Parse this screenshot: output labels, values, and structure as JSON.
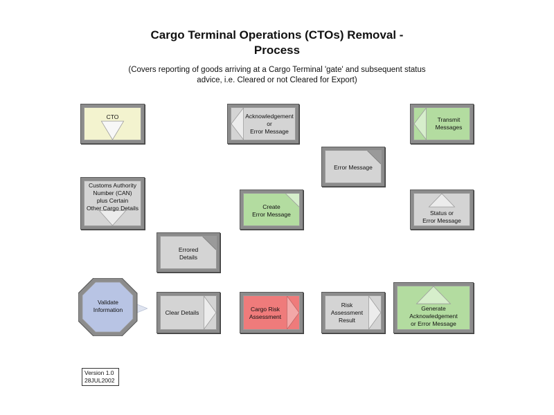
{
  "title": "Cargo Terminal Operations (CTOs) Removal -\nProcess",
  "subtitle": "(Covers reporting of goods arriving at a Cargo Terminal 'gate' and subsequent status\nadvice, i.e. Cleared or not Cleared for Export)",
  "nodes": {
    "cto": "CTO",
    "ack_or_error": "Acknowledgement\nor\nError Message",
    "transmit_messages": "Transmit\nMessages",
    "error_message": "Error Message",
    "can_details": "Customs Authority\nNumber (CAN)\nplus Certain\nOther Cargo Details",
    "create_error_message": "Create\nError Message",
    "status_or_error": "Status or\nError Message",
    "errored_details": "Errored\nDetails",
    "validate_information": "Validate\nInformation",
    "clear_details": "Clear Details",
    "cargo_risk_assessment": "Cargo Risk\nAssessment",
    "risk_assessment_result": "Risk\nAssessment\nResult",
    "generate_ack": "Generate\nAcknowledgement\nor Error Message"
  },
  "version": {
    "line1": "Version 1.0",
    "line2": "28JUL2002"
  },
  "colors": {
    "gray": "#d4d4d4",
    "yellow": "#f3f3cf",
    "green": "#b3dca0",
    "red": "#ef7b7b",
    "blue": "#b8c4e4"
  }
}
